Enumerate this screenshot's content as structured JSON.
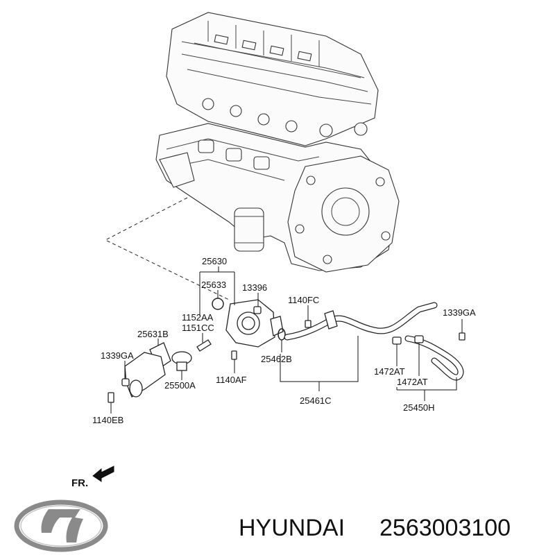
{
  "labels": {
    "p25630": "25630",
    "p25633": "25633",
    "p13396": "13396",
    "p1140FC": "1140FC",
    "p1339GA_right": "1339GA",
    "p1152AA": "1152AA",
    "p1151CC": "1151CC",
    "p25631B": "25631B",
    "p1339GA_left": "1339GA",
    "p25462B": "25462B",
    "p1472AT_a": "1472AT",
    "p1472AT_b": "1472AT",
    "p25500A": "25500A",
    "p1140AF": "1140AF",
    "p25461C": "25461C",
    "p25450H": "25450H",
    "p1140EB": "1140EB"
  },
  "fr_label": "FR.",
  "footer": {
    "brand": "HYUNDAI",
    "part_number": "2563003100"
  },
  "colors": {
    "line": "#111111",
    "logo": "#8a8a8a"
  },
  "icons": {
    "fr_arrow": "arrow-icon",
    "logo": "hyundai-logo-icon"
  }
}
